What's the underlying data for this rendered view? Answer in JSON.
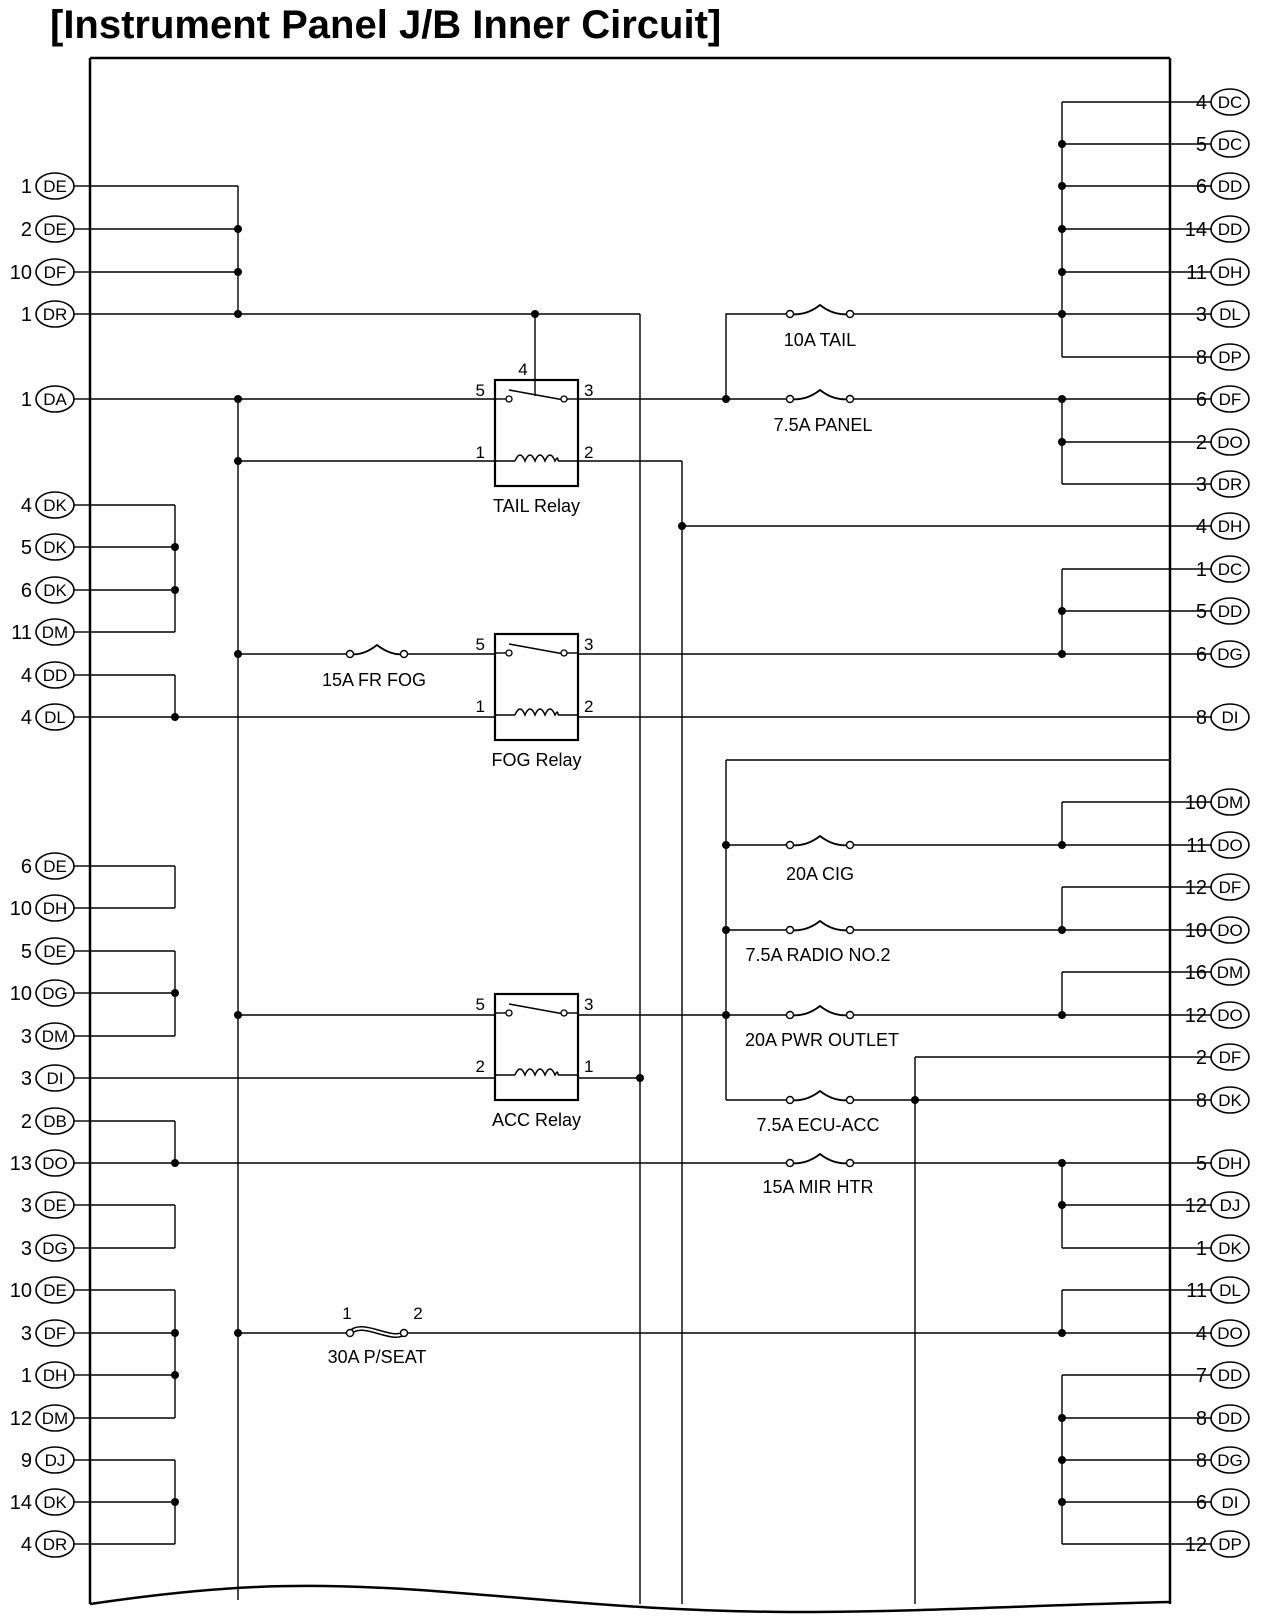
{
  "title": "[Instrument Panel J/B Inner Circuit]",
  "left_terminals": [
    {
      "pin": "1",
      "conn": "DE"
    },
    {
      "pin": "2",
      "conn": "DE"
    },
    {
      "pin": "10",
      "conn": "DF"
    },
    {
      "pin": "1",
      "conn": "DR"
    },
    {
      "pin": "1",
      "conn": "DA"
    },
    {
      "pin": "4",
      "conn": "DK"
    },
    {
      "pin": "5",
      "conn": "DK"
    },
    {
      "pin": "6",
      "conn": "DK"
    },
    {
      "pin": "11",
      "conn": "DM"
    },
    {
      "pin": "4",
      "conn": "DD"
    },
    {
      "pin": "4",
      "conn": "DL"
    },
    {
      "pin": "6",
      "conn": "DE"
    },
    {
      "pin": "10",
      "conn": "DH"
    },
    {
      "pin": "5",
      "conn": "DE"
    },
    {
      "pin": "10",
      "conn": "DG"
    },
    {
      "pin": "3",
      "conn": "DM"
    },
    {
      "pin": "3",
      "conn": "DI"
    },
    {
      "pin": "2",
      "conn": "DB"
    },
    {
      "pin": "13",
      "conn": "DO"
    },
    {
      "pin": "3",
      "conn": "DE"
    },
    {
      "pin": "3",
      "conn": "DG"
    },
    {
      "pin": "10",
      "conn": "DE"
    },
    {
      "pin": "3",
      "conn": "DF"
    },
    {
      "pin": "1",
      "conn": "DH"
    },
    {
      "pin": "12",
      "conn": "DM"
    },
    {
      "pin": "9",
      "conn": "DJ"
    },
    {
      "pin": "14",
      "conn": "DK"
    },
    {
      "pin": "4",
      "conn": "DR"
    }
  ],
  "right_terminals": [
    {
      "pin": "4",
      "conn": "DC"
    },
    {
      "pin": "5",
      "conn": "DC"
    },
    {
      "pin": "6",
      "conn": "DD"
    },
    {
      "pin": "14",
      "conn": "DD"
    },
    {
      "pin": "11",
      "conn": "DH"
    },
    {
      "pin": "3",
      "conn": "DL"
    },
    {
      "pin": "8",
      "conn": "DP"
    },
    {
      "pin": "6",
      "conn": "DF"
    },
    {
      "pin": "2",
      "conn": "DO"
    },
    {
      "pin": "3",
      "conn": "DR"
    },
    {
      "pin": "4",
      "conn": "DH"
    },
    {
      "pin": "1",
      "conn": "DC"
    },
    {
      "pin": "5",
      "conn": "DD"
    },
    {
      "pin": "6",
      "conn": "DG"
    },
    {
      "pin": "8",
      "conn": "DI"
    },
    {
      "pin": "10",
      "conn": "DM"
    },
    {
      "pin": "11",
      "conn": "DO"
    },
    {
      "pin": "12",
      "conn": "DF"
    },
    {
      "pin": "10",
      "conn": "DO"
    },
    {
      "pin": "16",
      "conn": "DM"
    },
    {
      "pin": "12",
      "conn": "DO"
    },
    {
      "pin": "2",
      "conn": "DF"
    },
    {
      "pin": "8",
      "conn": "DK"
    },
    {
      "pin": "5",
      "conn": "DH"
    },
    {
      "pin": "12",
      "conn": "DJ"
    },
    {
      "pin": "1",
      "conn": "DK"
    },
    {
      "pin": "11",
      "conn": "DL"
    },
    {
      "pin": "4",
      "conn": "DO"
    },
    {
      "pin": "7",
      "conn": "DD"
    },
    {
      "pin": "8",
      "conn": "DD"
    },
    {
      "pin": "8",
      "conn": "DG"
    },
    {
      "pin": "6",
      "conn": "DI"
    },
    {
      "pin": "12",
      "conn": "DP"
    }
  ],
  "fuses": [
    {
      "label": "10A TAIL"
    },
    {
      "label": "7.5A PANEL"
    },
    {
      "label": "15A FR FOG"
    },
    {
      "label": "20A CIG"
    },
    {
      "label": "7.5A RADIO NO.2"
    },
    {
      "label": "20A PWR OUTLET"
    },
    {
      "label": "7.5A ECU-ACC"
    },
    {
      "label": "15A MIR HTR"
    },
    {
      "label": "30A P/SEAT",
      "t1": "1",
      "t2": "2"
    }
  ],
  "relays": [
    {
      "label": "TAIL Relay",
      "t_tl": "5",
      "t_tr": "3",
      "t_bl": "1",
      "t_br": "2",
      "t_top": "4"
    },
    {
      "label": "FOG Relay",
      "t_tl": "5",
      "t_tr": "3",
      "t_bl": "1",
      "t_br": "2"
    },
    {
      "label": "ACC Relay",
      "t_tl": "5",
      "t_tr": "3",
      "t_bl": "2",
      "t_br": "1"
    }
  ]
}
